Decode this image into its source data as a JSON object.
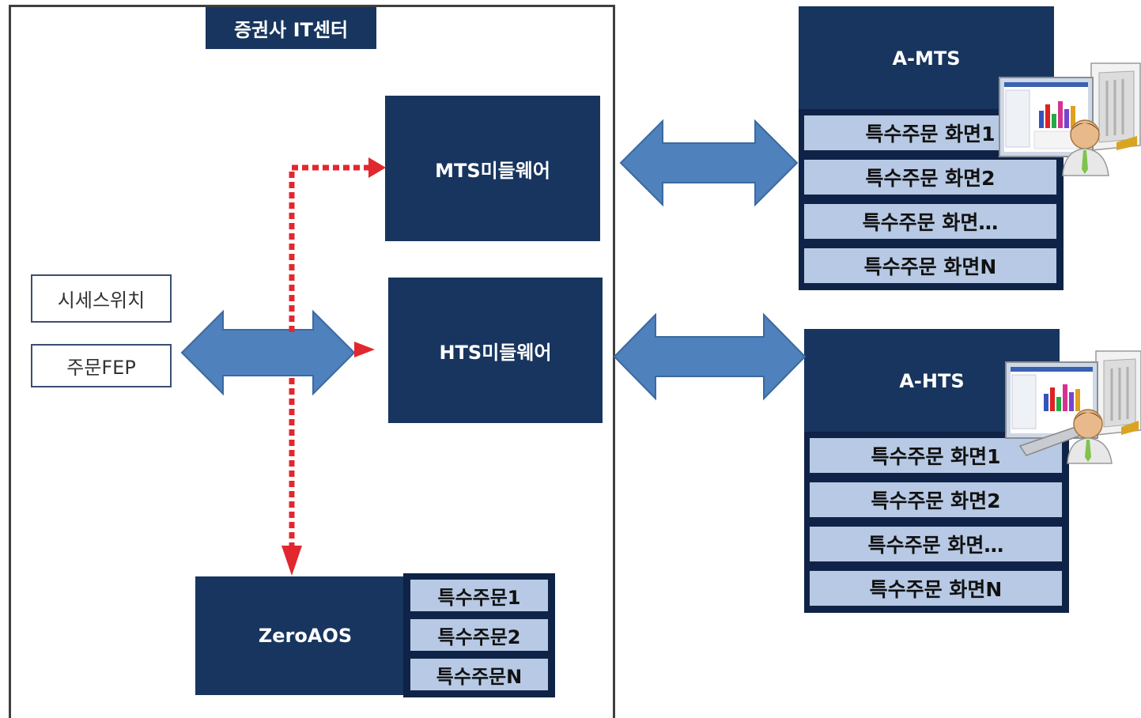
{
  "it_center": {
    "title": "증권사 IT센터"
  },
  "middleware": {
    "mts": "MTS미들웨어",
    "hts": "HTS미들웨어"
  },
  "external": {
    "sise_switch": "시세스위치",
    "order_fep": "주문FEP"
  },
  "zeroaos": {
    "label": "ZeroAOS",
    "orders": [
      "특수주문1",
      "특수주문2",
      "특수주문N"
    ]
  },
  "a_mts": {
    "label": "A-MTS",
    "screens": [
      "특수주문 화면1",
      "특수주문 화면2",
      "특수주문 화면…",
      "특수주문 화면N"
    ]
  },
  "a_hts": {
    "label": "A-HTS",
    "screens": [
      "특수주문 화면1",
      "특수주문 화면2",
      "특수주문 화면…",
      "특수주문 화면N"
    ]
  },
  "colors": {
    "navy_box": "#17355e",
    "screen_row": "#b7c9e4",
    "blue_arrow": "#4f81bd",
    "red_dotted_arrow": "#e0282e"
  },
  "icons": [
    "computer-user-icon"
  ]
}
